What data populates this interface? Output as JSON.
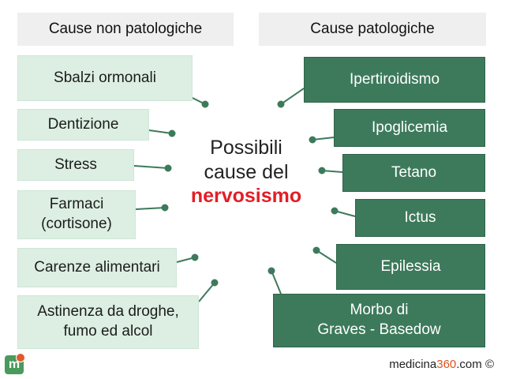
{
  "headers": {
    "left": "Cause non patologiche",
    "right": "Cause patologiche"
  },
  "center": {
    "line1": "Possibili",
    "line2": "cause del",
    "highlight": "nervosismo"
  },
  "left_causes": [
    "Sbalzi ormonali",
    "Dentizione",
    "Stress",
    "Farmaci\n(cortisone)",
    "Carenze alimentari",
    "Astinenza da droghe,\nfumo ed alcol"
  ],
  "right_causes": [
    "Ipertiroidismo",
    "Ipoglicemia",
    "Tetano",
    "Ictus",
    "Epilessia",
    "Morbo di\nGraves - Basedow"
  ],
  "credit": {
    "prefix": "medicina",
    "accent": "360",
    "suffix": ".com ©"
  },
  "logo": {
    "letter": "m",
    "icon": "medicina360-logo-icon"
  },
  "colors": {
    "left_box": "#dcefe2",
    "right_box": "#3d7a5b",
    "highlight": "#e21e26",
    "connector": "#3d7a5b"
  }
}
